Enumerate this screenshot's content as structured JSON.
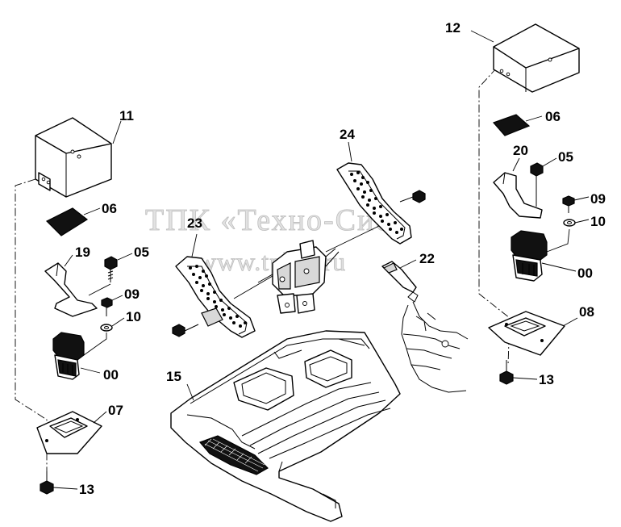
{
  "watermark": {
    "line1": "ТПК «Техно-Сиб»",
    "line2": "www.tpkts.ru"
  },
  "callouts": {
    "c11": "11",
    "c06_left": "06",
    "c19": "19",
    "c05_left": "05",
    "c09_left": "09",
    "c10_left": "10",
    "c00_left": "00",
    "c07": "07",
    "c13_left": "13",
    "c24": "24",
    "c23": "23",
    "c22": "22",
    "c15": "15",
    "c12": "12",
    "c06_right": "06",
    "c20": "20",
    "c05_right": "05",
    "c09_right": "09",
    "c10_right": "10",
    "c00_right": "00",
    "c08": "08",
    "c13_right": "13"
  }
}
